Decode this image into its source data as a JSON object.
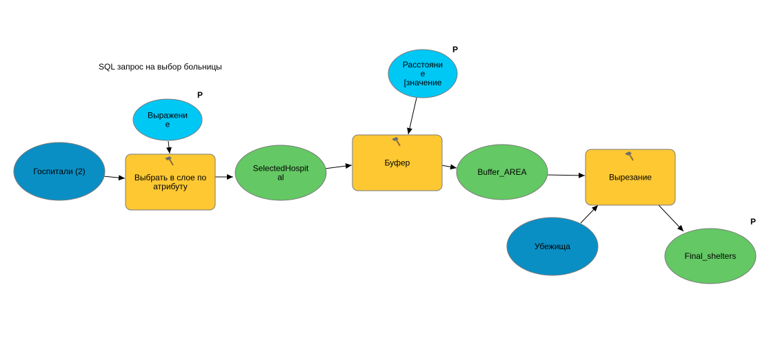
{
  "note": "SQL запрос на выбор больницы",
  "parameter_marker": "P",
  "nodes": {
    "hospitals": {
      "kind": "input-data",
      "lines": [
        "Госпитали (2)"
      ]
    },
    "expression": {
      "kind": "variable",
      "lines": [
        "Выражени",
        "е"
      ],
      "parameter": true
    },
    "select_by_attr": {
      "kind": "tool",
      "lines": [
        "Выбрать в слое по",
        "атрибуту"
      ]
    },
    "selected": {
      "kind": "derived-data",
      "lines": [
        "SelectedHospit",
        "al"
      ]
    },
    "distance": {
      "kind": "variable",
      "lines": [
        "Расстояни",
        "е",
        "[значение"
      ],
      "parameter": true
    },
    "buffer": {
      "kind": "tool",
      "lines": [
        "Буфер"
      ]
    },
    "buffer_area": {
      "kind": "derived-data",
      "lines": [
        "Buffer_AREA"
      ]
    },
    "clip": {
      "kind": "tool",
      "lines": [
        "Вырезание"
      ]
    },
    "shelters": {
      "kind": "input-data",
      "lines": [
        "Убежища"
      ]
    },
    "final_shelters": {
      "kind": "derived-data",
      "lines": [
        "Final_shelters"
      ],
      "parameter": true
    }
  },
  "colors": {
    "input-data": "#0a8fc4",
    "variable": "#00c8f5",
    "tool": "#fdc832",
    "derived-data": "#64c864"
  },
  "edges": [
    [
      "hospitals",
      "select_by_attr"
    ],
    [
      "expression",
      "select_by_attr"
    ],
    [
      "select_by_attr",
      "selected"
    ],
    [
      "selected",
      "buffer"
    ],
    [
      "distance",
      "buffer"
    ],
    [
      "buffer",
      "buffer_area"
    ],
    [
      "buffer_area",
      "clip"
    ],
    [
      "shelters",
      "clip"
    ],
    [
      "clip",
      "final_shelters"
    ]
  ]
}
